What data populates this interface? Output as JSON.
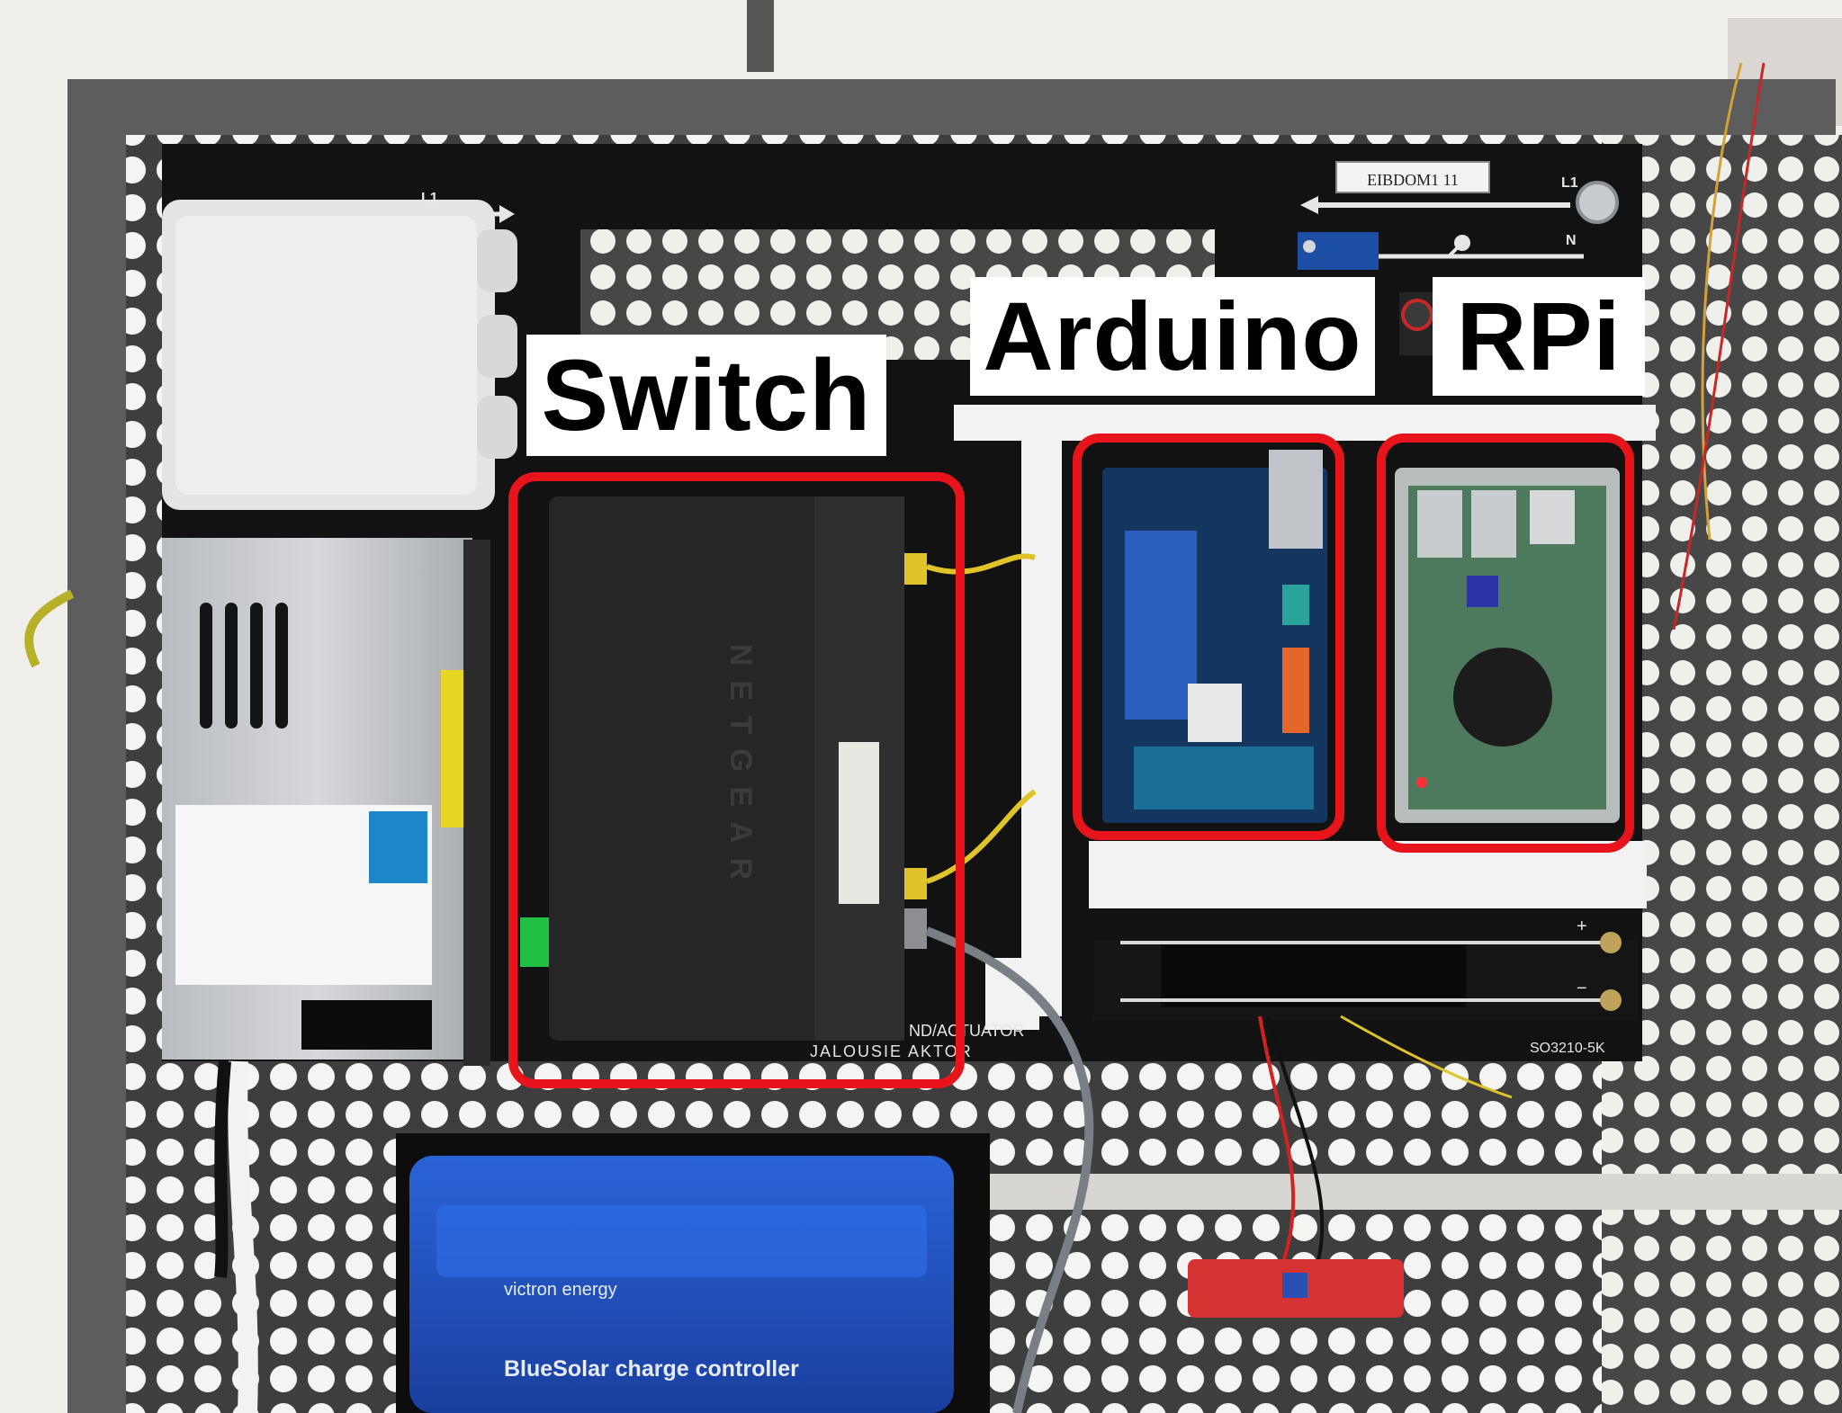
{
  "labels": {
    "switch": "Switch",
    "arduino": "Arduino",
    "rpi": "RPi"
  },
  "panel_markings": {
    "tag": "EIBDOM1 11",
    "l1_left": "L1",
    "l1_right": "L1",
    "n": "N",
    "plus": "+",
    "minus": "−",
    "actuator_line1": "ND/ACTUATOR",
    "actuator_line2": "JALOUSIE AKTOR",
    "model_code": "SO3210-5K",
    "switch_brand": "NETGEAR",
    "controller_brand": "victron energy",
    "controller_model": "BlueSolar charge controller"
  },
  "colors": {
    "highlight": "#e8141b",
    "label_background": "#ffffff",
    "label_text": "#000000",
    "panel": "#111111",
    "frame": "#5a5a5a",
    "controller_blue": "#1f4fbf"
  }
}
